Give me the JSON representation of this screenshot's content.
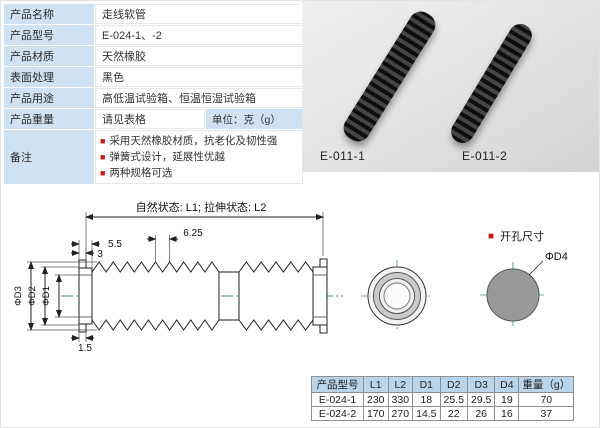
{
  "spec": {
    "rows": [
      {
        "label": "产品名称",
        "value": "走线软管"
      },
      {
        "label": "产品型号",
        "value": "E-024-1、-2"
      },
      {
        "label": "产品材质",
        "value": "天然橡胶"
      },
      {
        "label": "表面处理",
        "value": "黑色"
      },
      {
        "label": "产品用途",
        "value": "高低温试验箱、恒温恒湿试验箱"
      },
      {
        "label": "产品重量",
        "value": "请见表格",
        "extra": "单位：克（g）"
      }
    ],
    "notes_label": "备注",
    "notes": [
      "采用天然橡胶材质，抗老化及韧性强",
      "弹簧式设计，延展性优越",
      "两种规格可选"
    ]
  },
  "photo": {
    "labels": [
      "E-011-1",
      "E-011-2"
    ]
  },
  "drawing": {
    "state_label": "自然状态: L1; 拉伸状态: L2",
    "dims": {
      "w3": "3",
      "w55": "5.5",
      "w625": "6.25",
      "w15": "1.5"
    },
    "phi": [
      "ΦD3",
      "ΦD2",
      "ΦD1"
    ],
    "hole_label": "开孔尺寸",
    "hole_dia": "ΦD4"
  },
  "dim_table": {
    "headers": [
      "产品型号",
      "L1",
      "L2",
      "D1",
      "D2",
      "D3",
      "D4",
      "重量（g）"
    ],
    "rows": [
      [
        "E-024-1",
        "230",
        "330",
        "18",
        "25.5",
        "29.5",
        "19",
        "70"
      ],
      [
        "E-024-2",
        "170",
        "270",
        "14.5",
        "22",
        "26",
        "16",
        "37"
      ]
    ]
  },
  "icons": {
    "bullet_square": "■"
  },
  "colors": {
    "label_blue": "#cfe2f3",
    "table_header_blue": "#b9d5ec",
    "accent_red": "#cc1a1a",
    "tube_black": "#111111",
    "centerline_green": "#2e9b57"
  }
}
